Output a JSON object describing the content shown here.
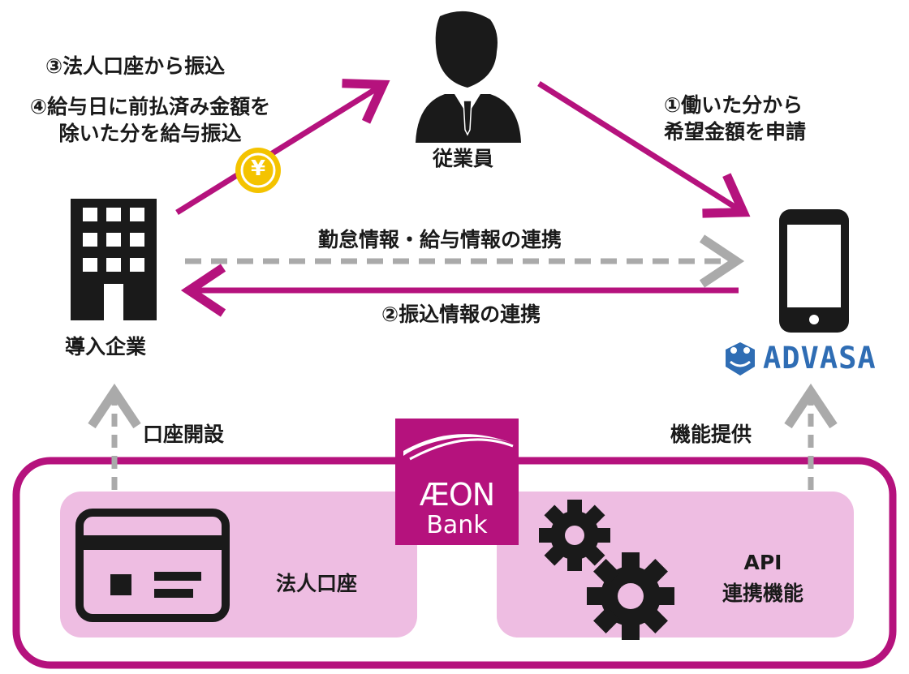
{
  "colors": {
    "magenta": "#b5127d",
    "pink_fill": "#eebde2",
    "dark": "#1a1a1a",
    "gray_arrow": "#aaaaaa",
    "coin": "#f4c300",
    "advasa_blue": "#2f6db4"
  },
  "nodes": {
    "employee": "従業員",
    "company": "導入企業",
    "advasa": "ADVASA"
  },
  "flows": {
    "step1": "①働いた分から\n希望金額を申請",
    "step2": "②振込情報の連携",
    "step3": "③法人口座から振込",
    "step4": "④給与日に前払済み金額を\n除いた分を給与振込",
    "info_link": "勤怠情報・給与情報の連携",
    "account_open": "口座開設",
    "feature_provide": "機能提供"
  },
  "bank": {
    "logo_main": "ÆON",
    "logo_sub": "Bank",
    "corporate_account": "法人口座",
    "api_line1": "API",
    "api_line2": "連携機能"
  },
  "icons": {
    "coin": "¥",
    "employee_icon": "person-in-suit-icon",
    "company_icon": "office-building-icon",
    "phone_icon": "smartphone-icon",
    "card_icon": "bank-card-icon",
    "gears_icon": "gears-icon"
  }
}
